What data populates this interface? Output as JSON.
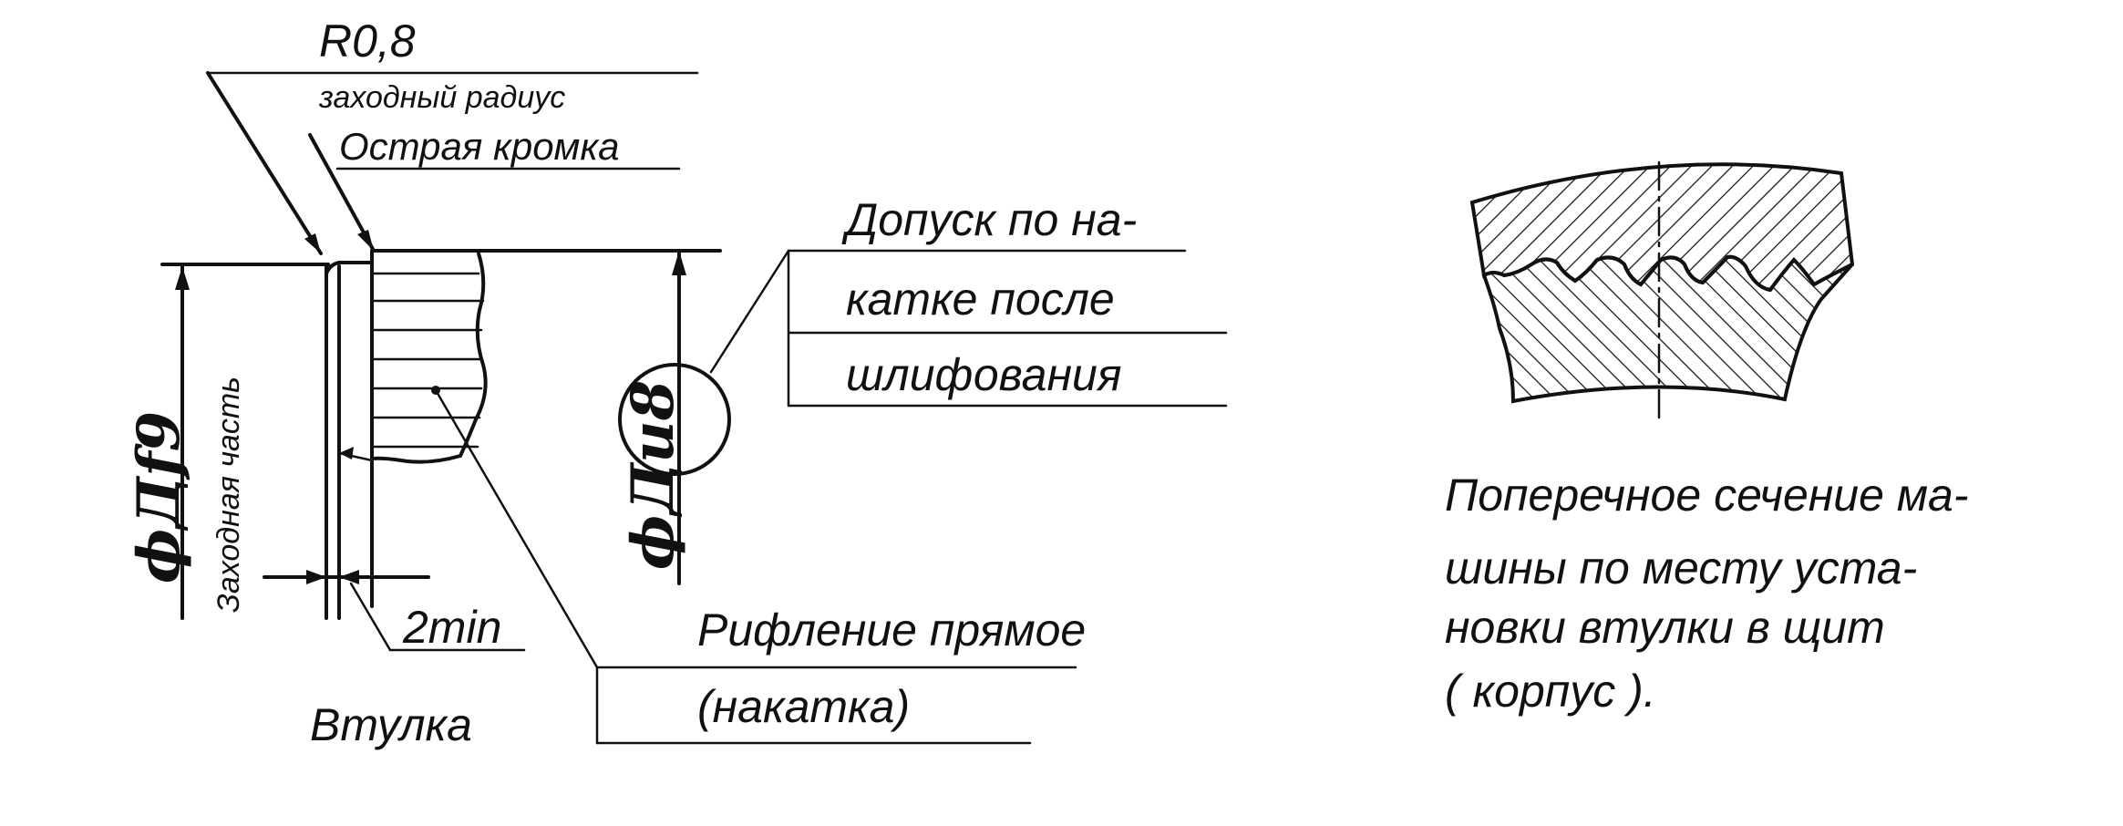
{
  "left_drawing": {
    "radius_label": "R0,8",
    "radius_note": "заходный радиус",
    "edge_label": "Острая кромка",
    "lead_in_label": "Заходная часть",
    "outer_dim": "ϕДf9",
    "inner_dim": "ϕДu8",
    "min_length": "2min",
    "part_name": "Втулка",
    "knurl_line1": "Рифление прямое",
    "knurl_line2": "(накатка)",
    "tolerance_line1": "Допуск по на-",
    "tolerance_line2": "катке после",
    "tolerance_line3": "шлифования"
  },
  "right_drawing": {
    "caption_line1": "Поперечное сечение ма-",
    "caption_line2": "шины по месту уста-",
    "caption_line3": "новки втулки в щит",
    "caption_line4": "( корпус )."
  },
  "colors": {
    "ink": "#111111",
    "paper": "#ffffff"
  }
}
